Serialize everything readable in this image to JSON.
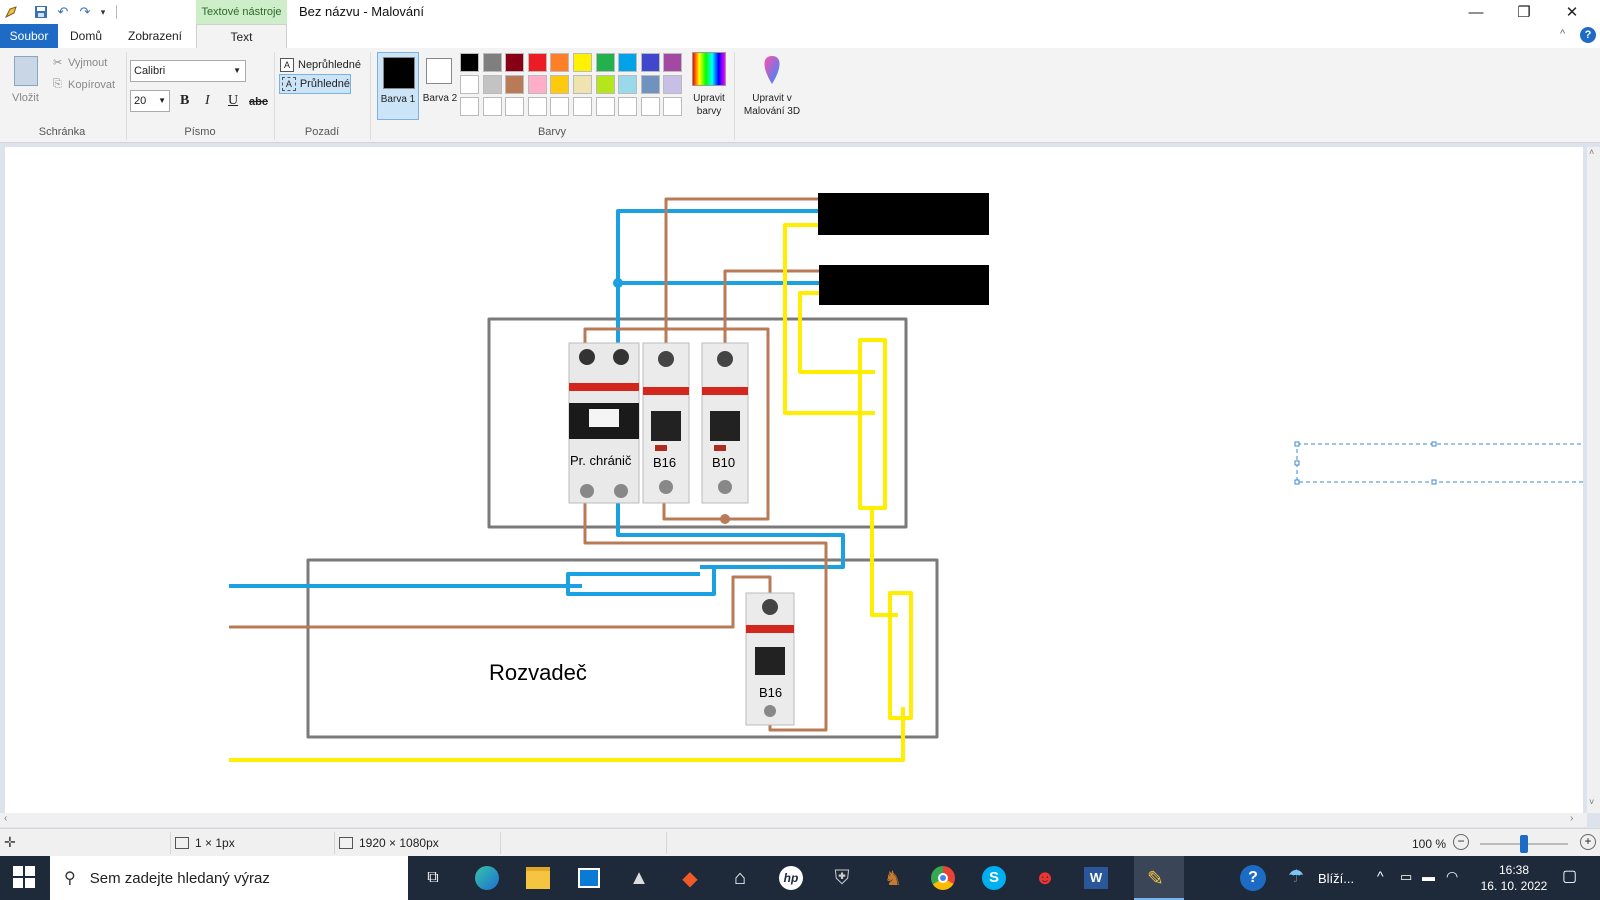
{
  "window": {
    "title": "Bez názvu - Malování",
    "context_tab_group": "Textové nástroje",
    "controls": {
      "minimize": "—",
      "restore": "❐",
      "close": "✕"
    }
  },
  "tabs": {
    "file": "Soubor",
    "home": "Domů",
    "view": "Zobrazení",
    "text": "Text"
  },
  "ribbon": {
    "clipboard": {
      "paste": "Vložit",
      "cut": "Vyjmout",
      "copy": "Kopírovat",
      "label": "Schránka"
    },
    "font": {
      "family": "Calibri",
      "size": "20",
      "bold": "B",
      "italic": "I",
      "underline": "U",
      "strike": "abc",
      "label": "Písmo"
    },
    "background": {
      "opaque": "Neprůhledné",
      "transparent": "Průhledné",
      "label": "Pozadí"
    },
    "colors": {
      "color1": "Barva 1",
      "color2": "Barva 2",
      "edit": "Upravit barvy",
      "paint3d": "Upravit v Malování 3D",
      "label": "Barvy",
      "color1_value": "#000000",
      "color2_value": "#ffffff",
      "palette_row1": [
        "#000000",
        "#7f7f7f",
        "#880015",
        "#ed1c24",
        "#ff7f27",
        "#fff200",
        "#22b14c",
        "#00a2e8",
        "#3f48cc",
        "#a349a4"
      ],
      "palette_row2": [
        "#ffffff",
        "#c3c3c3",
        "#b97a57",
        "#ffaec9",
        "#ffc90e",
        "#efe4b0",
        "#b5e61d",
        "#99d9ea",
        "#7092be",
        "#c8bfe7"
      ]
    }
  },
  "drawing": {
    "rcd_label": "Pr. chránič",
    "breaker1_label": "B16",
    "breaker2_label": "B10",
    "panel_label": "Rozvadeč",
    "breaker3_label": "B16",
    "wire_colors": {
      "neutral": "#1ba1e2",
      "phase": "#b87a57",
      "ground": "#ffee00",
      "box": "#7a7a7a"
    }
  },
  "statusbar": {
    "selection_size": "1 × 1px",
    "image_size": "1920 × 1080px",
    "zoom": "100 %"
  },
  "taskbar": {
    "search_placeholder": "Sem zadejte hledaný výraz",
    "weather": "Blíží...",
    "time": "16:38",
    "date": "16. 10. 2022"
  }
}
